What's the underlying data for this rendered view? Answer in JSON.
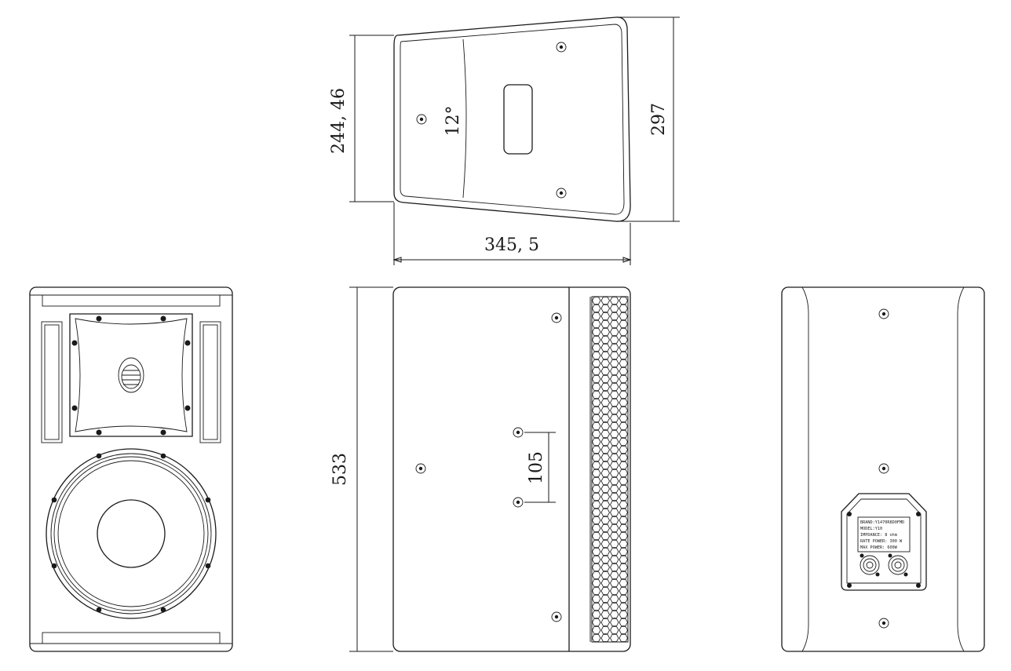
{
  "dimensions": {
    "top_height_left": "244, 46",
    "top_height_right": "297",
    "top_width": "345, 5",
    "angle": "12°",
    "side_height": "533",
    "handle_spacing": "105"
  },
  "rear_plate": {
    "brand": "BRAND:Y1470R8D0FMD",
    "model": "MODEL:Y10",
    "impedance": "IMPDANCE:    8 ohm",
    "rate_power": "RATE POWER:  300 W",
    "max_power": "MAX POWER:   600W"
  },
  "colors": {
    "line": "#1a1a1a",
    "background": "#ffffff"
  }
}
